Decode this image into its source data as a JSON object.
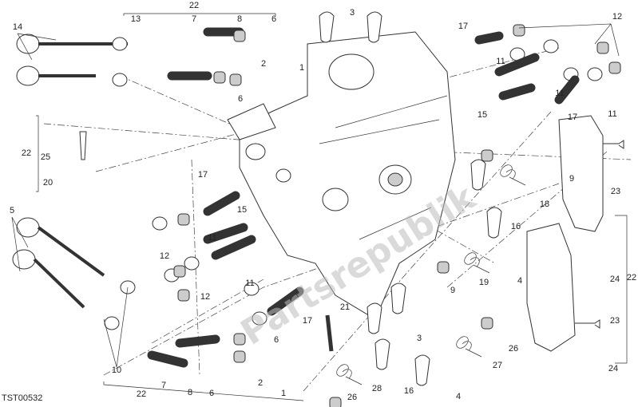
{
  "diagram": {
    "code": "TST00532",
    "watermark": "Partsrepublik",
    "callouts": [
      "22",
      "13",
      "7",
      "8",
      "6",
      "14",
      "3",
      "12",
      "17",
      "11",
      "2",
      "1",
      "6",
      "11",
      "15",
      "17",
      "11",
      "22",
      "25",
      "20",
      "17",
      "9",
      "23",
      "18",
      "5",
      "15",
      "16",
      "11",
      "12",
      "11",
      "12",
      "17",
      "21",
      "9",
      "19",
      "4",
      "24",
      "22",
      "3",
      "26",
      "23",
      "27",
      "24",
      "10",
      "22",
      "7",
      "8",
      "6",
      "2",
      "6",
      "1",
      "26",
      "28",
      "16",
      "4"
    ]
  }
}
